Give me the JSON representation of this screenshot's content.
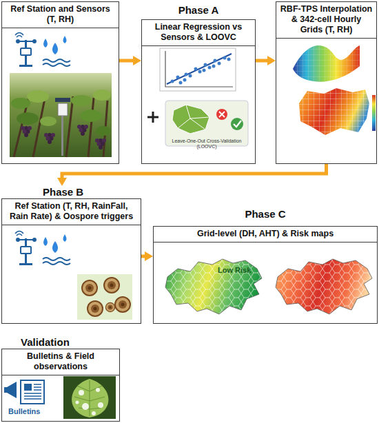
{
  "diagram": {
    "nodes": [
      {
        "text": [
          "Ref Station and Sensors (T, RH)"
        ]
      },
      {
        "text": [
          "Phase A",
          "Linear Regression vs Sensors & LOOVC"
        ]
      },
      {
        "text": [
          "RBF-TPS Interpolation & 342-cell Hourly Grids (T, RH)"
        ]
      },
      {
        "text": [
          "Phase B",
          "Ref Station (T, RH, RainFall, Rain Rate) & Oospore triggers"
        ]
      },
      {
        "text": [
          "Phase C",
          "Grid-level (DH, AHT) & Risk maps"
        ]
      },
      {
        "text": [
          "Validation",
          "Bulletins & Field observations"
        ]
      }
    ],
    "edges": [
      {
        "from": 0,
        "to": 1,
        "arrow": "to"
      },
      {
        "from": 1,
        "to": 2,
        "arrow": "to"
      },
      {
        "from": 2,
        "to": 3,
        "arrow": "to"
      },
      {
        "from": 3,
        "to": 4,
        "arrow": "to"
      }
    ],
    "labels": [
      "Leave-One-Out Cross-Validation (LOOVC)",
      "Low Risk",
      "Bulletins"
    ]
  }
}
